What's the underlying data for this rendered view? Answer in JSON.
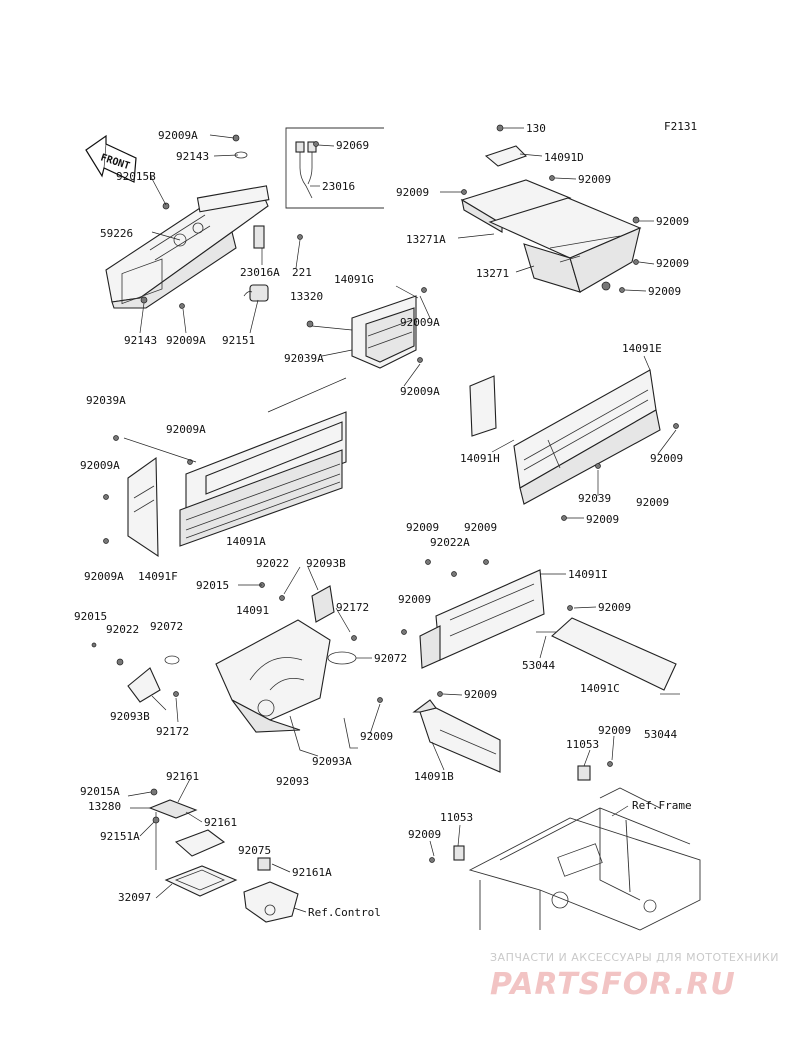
{
  "figure_id": "F2131",
  "front_label": "FRONT",
  "callouts": {
    "c92009A_top": "92009A",
    "c92143_top": "92143",
    "c92015B": "92015B",
    "c59226": "59226",
    "c23016A": "23016A",
    "c221": "221",
    "c92143_bot": "92143",
    "c92009A_bot": "92009A",
    "c92151": "92151",
    "c92069": "92069",
    "c23016": "23016",
    "c130": "130",
    "c14091D": "14091D",
    "c92009_l": "92009",
    "c92009_r": "92009",
    "c13271A": "13271A",
    "c92009_r2": "92009",
    "c13271": "13271",
    "c92009_r3": "92009",
    "c92009_r4": "92009",
    "c14091G": "14091G",
    "c13320": "13320",
    "c92009A_g1": "92009A",
    "c92039A_g": "92039A",
    "c92009A_g2": "92009A",
    "c14091E": "14091E",
    "c92039A_a": "92039A",
    "c92009A_a": "92009A",
    "c92009A_f1": "92009A",
    "c14091A": "14091A",
    "c92009A_f2": "92009A",
    "c14091F": "14091F",
    "c14091H": "14091H",
    "c92009_e1": "92009",
    "c92039": "92039",
    "c92009_e2": "92009",
    "c92009_e3": "92009",
    "c92009_i1": "92009",
    "c92009_i2": "92009",
    "c92022A": "92022A",
    "c14091I": "14091I",
    "c92009_i3": "92009",
    "c92009_c": "92009",
    "c53044_l": "53044",
    "c14091C": "14091C",
    "c92022": "92022",
    "c92093B_r": "92093B",
    "c92015_r": "92015",
    "c92172_r": "92172",
    "c14091": "14091",
    "c92072_r": "92072",
    "c92015_l": "92015",
    "c92022_l": "92022",
    "c92072_l": "92072",
    "c92093B_l": "92093B",
    "c92172_l": "92172",
    "c92009_m": "92009",
    "c92093A": "92093A",
    "c92093": "92093",
    "c92009_b": "92009",
    "c14091B": "14091B",
    "c11053_r": "11053",
    "c92009_f": "92009",
    "c53044_r": "53044",
    "c92015A": "92015A",
    "c92161_t": "92161",
    "c13280": "13280",
    "c92161_m": "92161",
    "c92151A": "92151A",
    "c92075": "92075",
    "c92161A": "92161A",
    "c32097": "32097",
    "c92009_11": "92009",
    "c11053_l": "11053"
  },
  "ref_labels": {
    "frame": "Ref.Frame",
    "control": "Ref.Control"
  },
  "watermark": {
    "tagline": "ЗАПЧАСТИ И АКСЕССУАРЫ ДЛЯ МОТОТЕХНИКИ",
    "brand": "PARTSFOR.RU"
  }
}
